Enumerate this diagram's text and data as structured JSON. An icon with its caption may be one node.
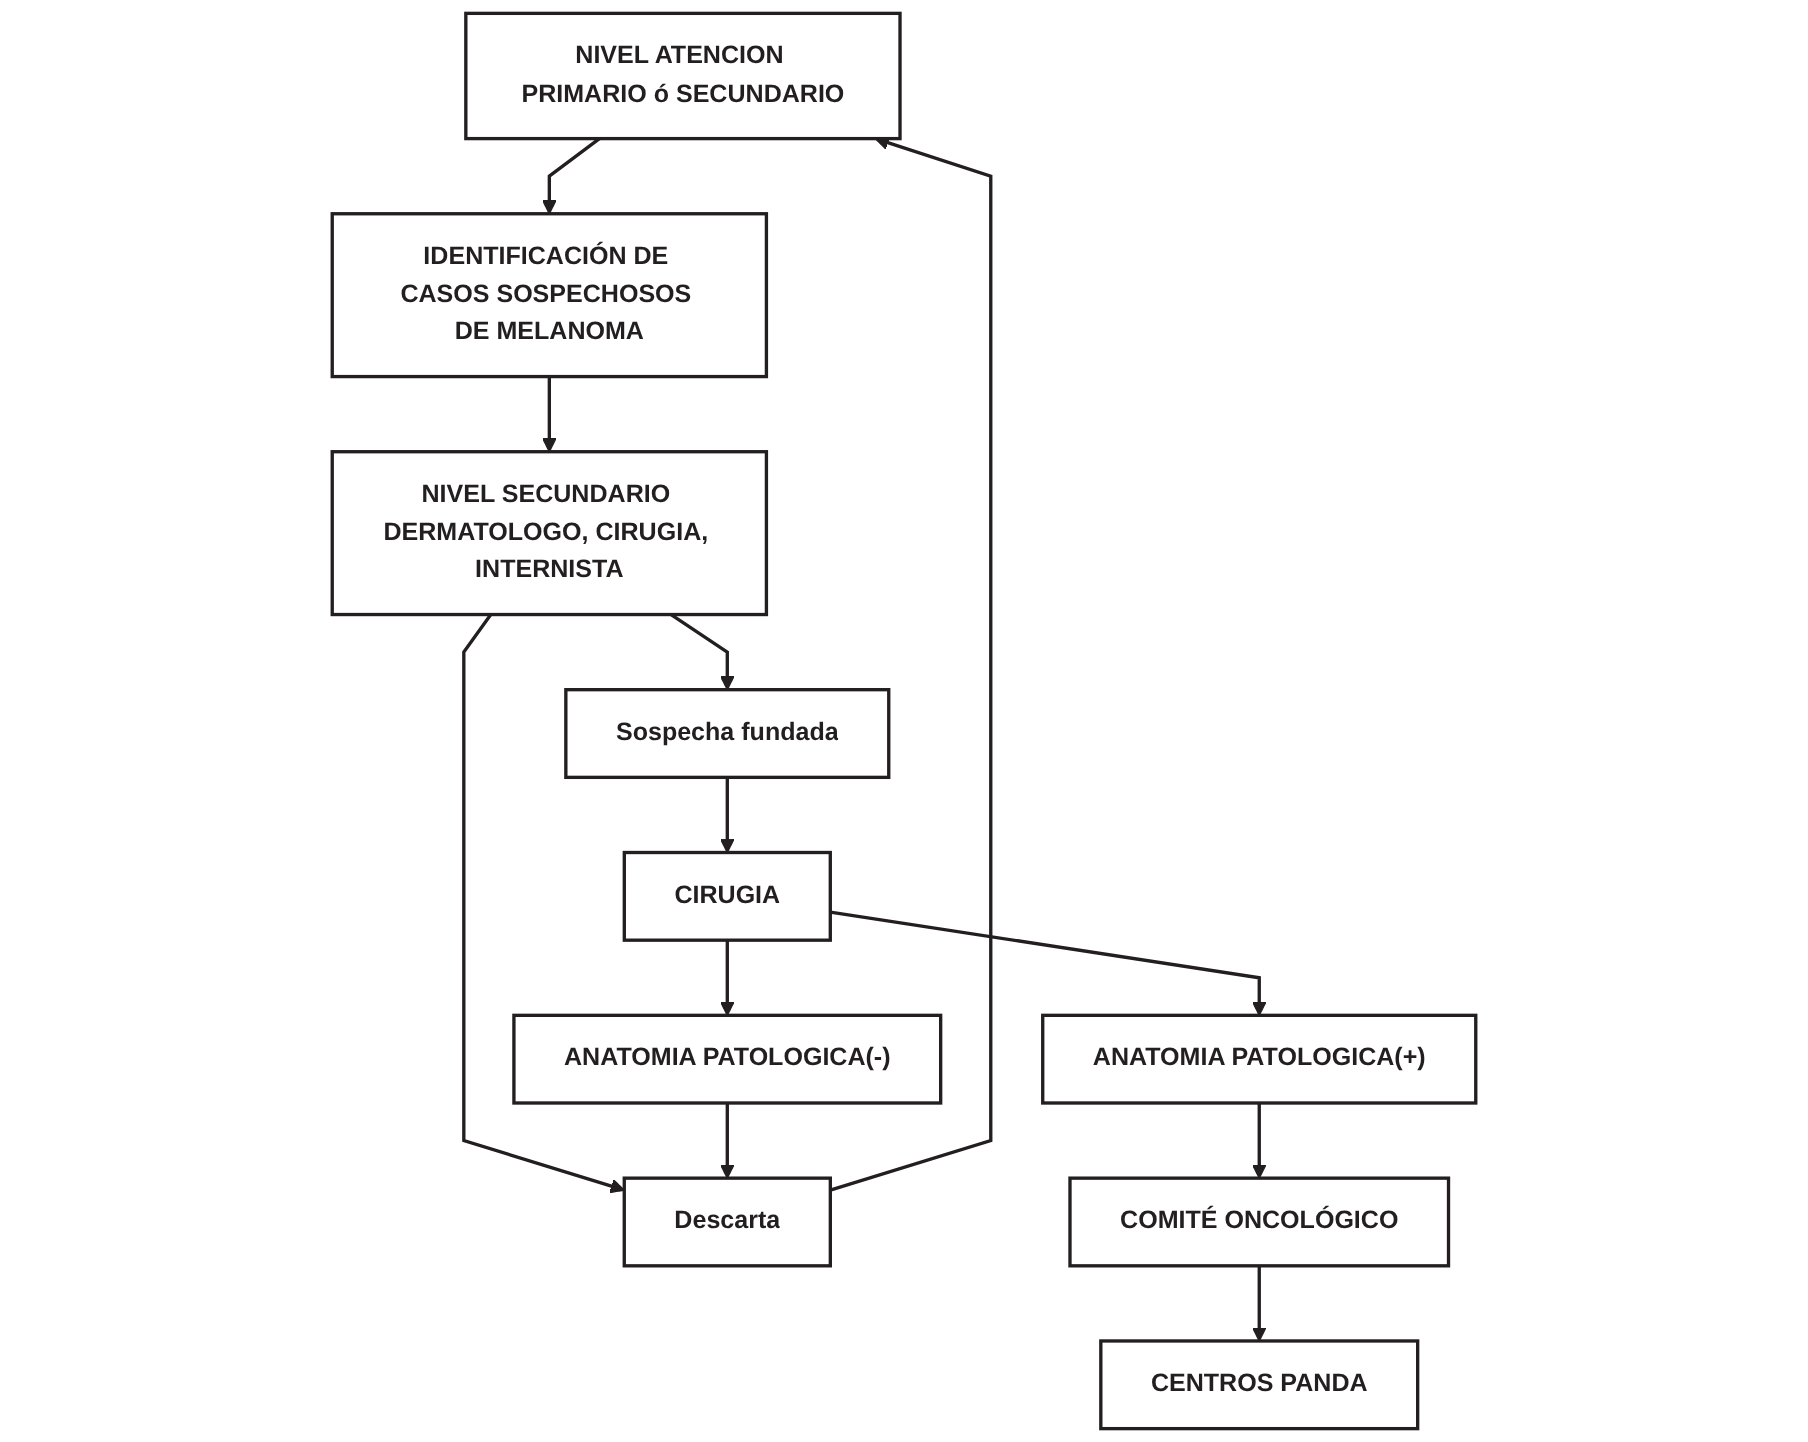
{
  "diagram": {
    "nodes": [
      {
        "text": [
          "NIVEL ATENCION PRIMARIO ó SECUNDARIO"
        ]
      },
      {
        "text": [
          "IDENTIFICACIÓN DE CASOS SOSPECHOSOS DE MELANOMA"
        ]
      },
      {
        "text": [
          "NIVEL SECUNDARIO DERMATOLOGO, CIRUGIA, INTERNISTA"
        ]
      },
      {
        "text": [
          "Descarta"
        ]
      },
      {
        "text": [
          "Sospecha fundada"
        ]
      },
      {
        "text": [
          "CIRUGIA"
        ]
      },
      {
        "text": [
          "ANATOMIA PATOLOGICA(-)"
        ]
      },
      {
        "text": [
          "ANATOMIA PATOLOGICA(+)"
        ]
      },
      {
        "text": [
          "COMITÉ ONCOLÓGICO"
        ]
      },
      {
        "text": [
          "CENTROS PANDA"
        ]
      }
    ],
    "edges": [
      {
        "from": 0,
        "to": 1,
        "arrow": "to"
      },
      {
        "from": 1,
        "to": 2,
        "arrow": "to"
      },
      {
        "from": 2,
        "to": 3,
        "arrow": "to"
      },
      {
        "from": 2,
        "to": 4,
        "arrow": "to"
      },
      {
        "from": 3,
        "to": 0,
        "arrow": "to"
      },
      {
        "from": 4,
        "to": 5,
        "arrow": "to"
      },
      {
        "from": 5,
        "to": 6,
        "arrow": "to"
      },
      {
        "from": 5,
        "to": 7,
        "arrow": "to"
      },
      {
        "from": 6,
        "to": 3,
        "arrow": "to"
      },
      {
        "from": 7,
        "to": 8,
        "arrow": "to"
      },
      {
        "from": 8,
        "to": 9,
        "arrow": "to"
      }
    ]
  }
}
